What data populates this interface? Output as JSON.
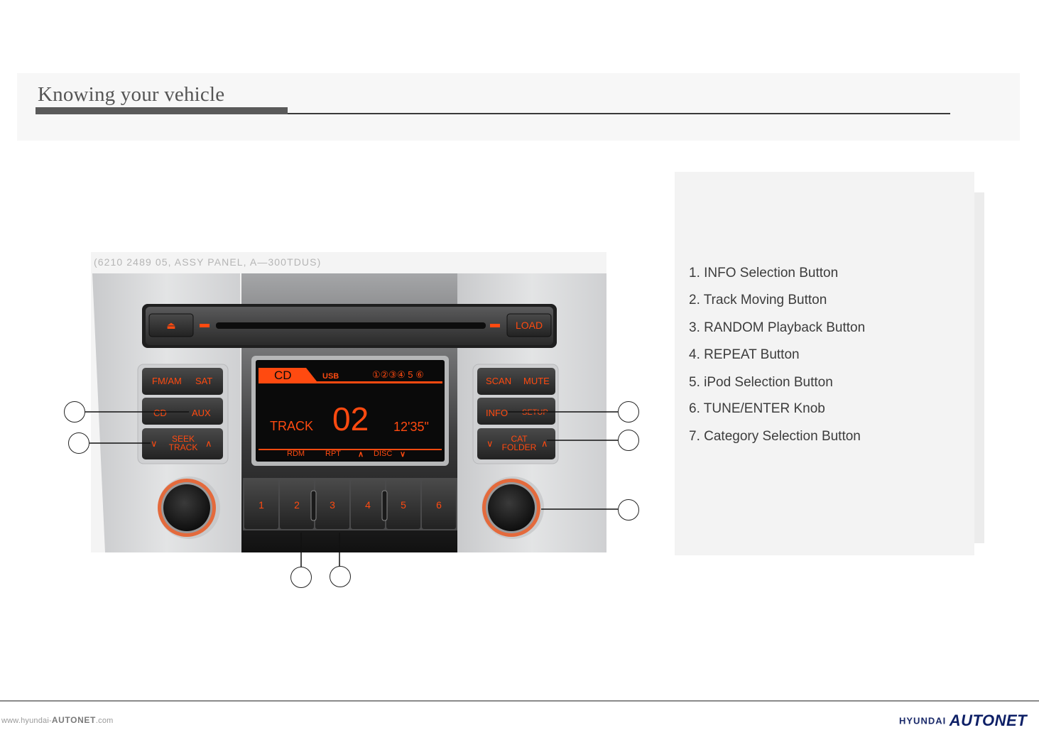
{
  "header": {
    "title": "Knowing your vehicle"
  },
  "diagram": {
    "part_number": "(6210 2489 05, ASSY PANEL, A—300TDUS)",
    "unit": {
      "eject_symbol": "⏏",
      "load_label": "LOAD",
      "left_buttons": [
        {
          "left": "FM/AM",
          "right": "SAT"
        },
        {
          "left": "CD",
          "right": "AUX"
        },
        {
          "left": "∨",
          "center": "SEEK\nTRACK",
          "right": "∧"
        }
      ],
      "right_buttons": [
        {
          "left": "SCAN",
          "right": "MUTE"
        },
        {
          "left": "INFO",
          "right": "SETUP"
        },
        {
          "left": "∨",
          "center": "CAT\nFOLDER",
          "right": "∧"
        }
      ],
      "display": {
        "mode": "CD",
        "source": "USB",
        "discs": "①②③④ 5 ⑥",
        "track_label": "TRACK",
        "track_number": "02",
        "time": "12'35\"",
        "status": [
          "RDM",
          "RPT",
          "∧",
          "DISC",
          "∨"
        ]
      },
      "presets": [
        "1",
        "2",
        "3",
        "4",
        "5",
        "6"
      ]
    }
  },
  "legend": {
    "items": [
      "1. INFO Selection Button",
      "2. Track Moving Button",
      "3. RANDOM Playback Button",
      "4. REPEAT Button",
      "5. iPod Selection Button",
      "6. TUNE/ENTER Knob",
      "7. Category Selection Button"
    ]
  },
  "footer": {
    "url_prefix": "www.hyundai-",
    "url_bold": "AUTONET",
    "url_suffix": ".com",
    "brand": "HYUNDAI",
    "brand_logo": "AUTONET"
  },
  "colors": {
    "accent_orange": "#ff4a10",
    "display_bg": "#0a0a0a",
    "button_dark": "#2c2c2c",
    "panel_silver": "#d9dadb"
  }
}
